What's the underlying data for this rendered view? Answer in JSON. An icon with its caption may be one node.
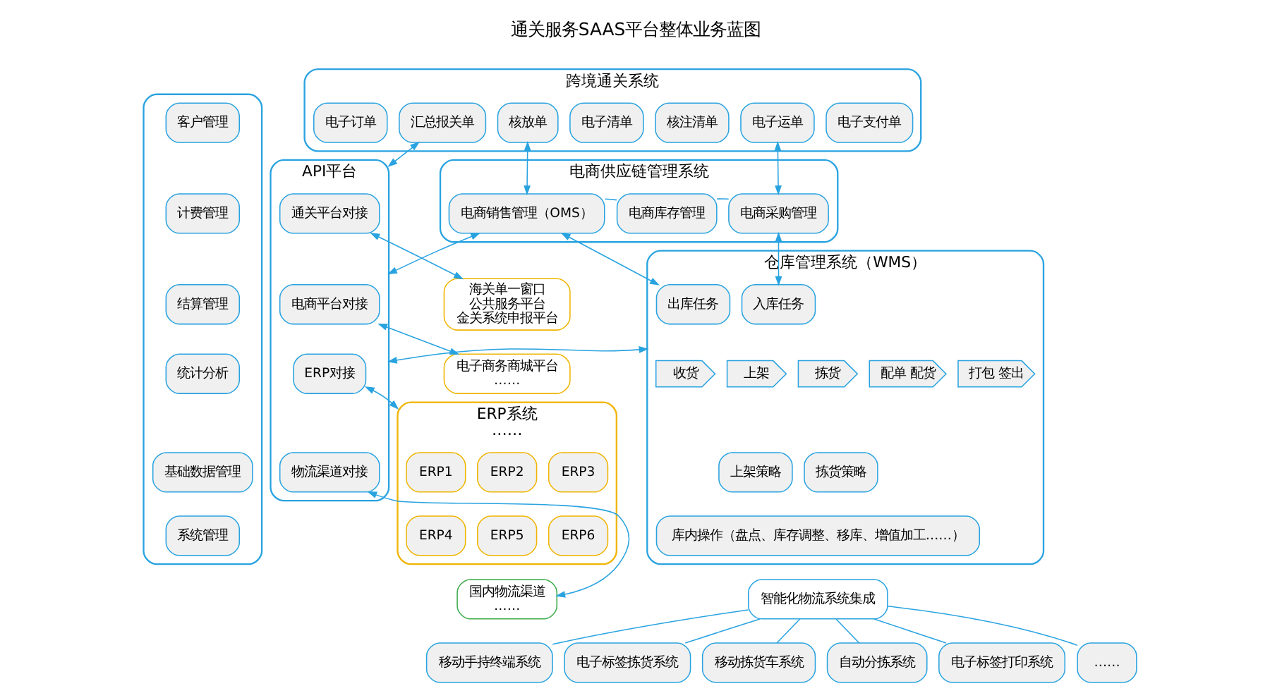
{
  "diagram": {
    "title": "通关服务SAAS平台整体业务蓝图",
    "nodes": [
      {
        "text": [],
        "shape": "box"
      },
      {
        "text": [
          "客户管理"
        ],
        "in": 0
      },
      {
        "text": [
          "计费管理"
        ],
        "in": 0
      },
      {
        "text": [
          "结算管理"
        ],
        "in": 0
      },
      {
        "text": [
          "统计分析"
        ],
        "in": 0
      },
      {
        "text": [
          "基础数据管理"
        ],
        "in": 0
      },
      {
        "text": [
          "系统管理"
        ],
        "in": 0
      },
      {
        "text": [
          "跨境通关系统"
        ]
      },
      {
        "text": [
          "电子订单"
        ],
        "in": 7
      },
      {
        "text": [
          "电子运单"
        ],
        "in": 7
      },
      {
        "text": [
          "电子支付单"
        ],
        "in": 7
      },
      {
        "text": [
          "电子清单"
        ],
        "in": 7
      },
      {
        "text": [
          "核注清单"
        ],
        "in": 7
      },
      {
        "text": [
          "核放单"
        ],
        "in": 7
      },
      {
        "text": [
          "汇总报关单"
        ],
        "in": 7
      },
      {
        "text": [
          "电商供应链管理系统"
        ]
      },
      {
        "text": [
          "电商采购管理"
        ],
        "in": 15
      },
      {
        "text": [
          "电商库存管理"
        ],
        "in": 15
      },
      {
        "text": [
          "电商销售管理（OMS）"
        ],
        "in": 15
      },
      {
        "text": [
          "仓库管理系统（WMS）"
        ]
      },
      {
        "text": [
          "入库任务"
        ],
        "in": 19
      },
      {
        "text": [
          "出库任务"
        ],
        "in": 19
      },
      {
        "text": [
          "收货"
        ],
        "in": 19
      },
      {
        "text": [
          "上架"
        ],
        "in": 19
      },
      {
        "text": [
          "拣货"
        ],
        "in": 19
      },
      {
        "text": [
          "配单 配货"
        ],
        "in": 19
      },
      {
        "text": [
          "打包 签出"
        ],
        "in": 19
      },
      {
        "text": [
          "上架策略"
        ],
        "in": 19
      },
      {
        "text": [
          "拣货策略"
        ],
        "in": 19
      },
      {
        "text": [
          "库内操作（盘点、库存调整、移库、增值加工……）"
        ],
        "in": 19
      },
      {
        "text": [
          "智能化物流系统集成"
        ]
      },
      {
        "text": [
          "移动手持终端系统"
        ]
      },
      {
        "text": [
          "电子标签拣货系统"
        ]
      },
      {
        "text": [
          "移动拣货车系统"
        ]
      },
      {
        "text": [
          "自动分拣系统"
        ]
      },
      {
        "text": [
          "电子标签打印系统"
        ]
      },
      {
        "text": [
          "……"
        ]
      },
      {
        "text": [
          "API平台"
        ]
      },
      {
        "text": [
          "通关平台对接"
        ],
        "in": 37
      },
      {
        "text": [
          "电商平台对接"
        ],
        "in": 37
      },
      {
        "text": [
          "ERP对接"
        ],
        "in": 37
      },
      {
        "text": [
          "物流渠道对接"
        ],
        "in": 37
      },
      {
        "text": [
          "海关单一窗口",
          "公共服务平台",
          "金关系统申报平台"
        ]
      },
      {
        "text": [
          "电子商务商城平台",
          "……"
        ]
      },
      {
        "text": [
          "ERP系统",
          "……"
        ]
      },
      {
        "text": [
          "ERP1"
        ],
        "in": 44
      },
      {
        "text": [
          "ERP2"
        ],
        "in": 44
      },
      {
        "text": [
          "ERP3"
        ],
        "in": 44
      },
      {
        "text": [
          "ERP4"
        ],
        "in": 44
      },
      {
        "text": [
          "ERP5"
        ],
        "in": 44
      },
      {
        "text": [
          "ERP6"
        ],
        "in": 44
      },
      {
        "text": [
          "国内物流渠道",
          "……"
        ]
      }
    ],
    "edges": [
      {
        "from": 9,
        "to": 16,
        "arrow": "both"
      },
      {
        "from": 13,
        "to": 18,
        "arrow": "both"
      },
      {
        "from": 16,
        "to": 17,
        "arrow": "none"
      },
      {
        "from": 17,
        "to": 18,
        "arrow": "none"
      },
      {
        "from": 16,
        "to": 20,
        "arrow": "both"
      },
      {
        "from": 18,
        "to": 21,
        "arrow": "both"
      },
      {
        "from": 14,
        "to": 37,
        "arrow": "both"
      },
      {
        "from": 18,
        "to": 37,
        "arrow": "both"
      },
      {
        "from": 19,
        "to": 37,
        "arrow": "both"
      },
      {
        "from": 30,
        "to": 31,
        "arrow": "none"
      },
      {
        "from": 30,
        "to": 32,
        "arrow": "none"
      },
      {
        "from": 30,
        "to": 33,
        "arrow": "none"
      },
      {
        "from": 30,
        "to": 34,
        "arrow": "none"
      },
      {
        "from": 30,
        "to": 35,
        "arrow": "none"
      },
      {
        "from": 30,
        "to": 36,
        "arrow": "none"
      },
      {
        "from": 38,
        "to": 42,
        "arrow": "both"
      },
      {
        "from": 39,
        "to": 43,
        "arrow": "both"
      },
      {
        "from": 40,
        "to": 44,
        "arrow": "both"
      },
      {
        "from": 41,
        "to": 51,
        "arrow": "both"
      }
    ]
  }
}
